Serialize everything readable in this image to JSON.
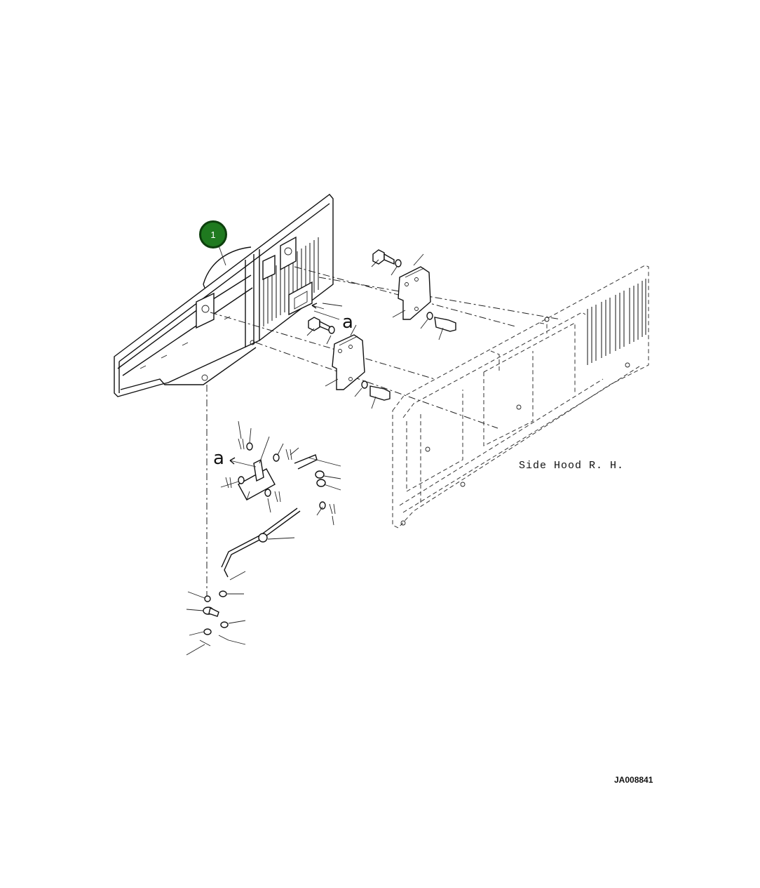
{
  "callouts": [
    {
      "number": "1",
      "color": "#1f7a1f"
    }
  ],
  "view_marks": [
    "a",
    "a"
  ],
  "labels": {
    "side_hood": "Side Hood R. H."
  },
  "drawing_id": "JA008841"
}
